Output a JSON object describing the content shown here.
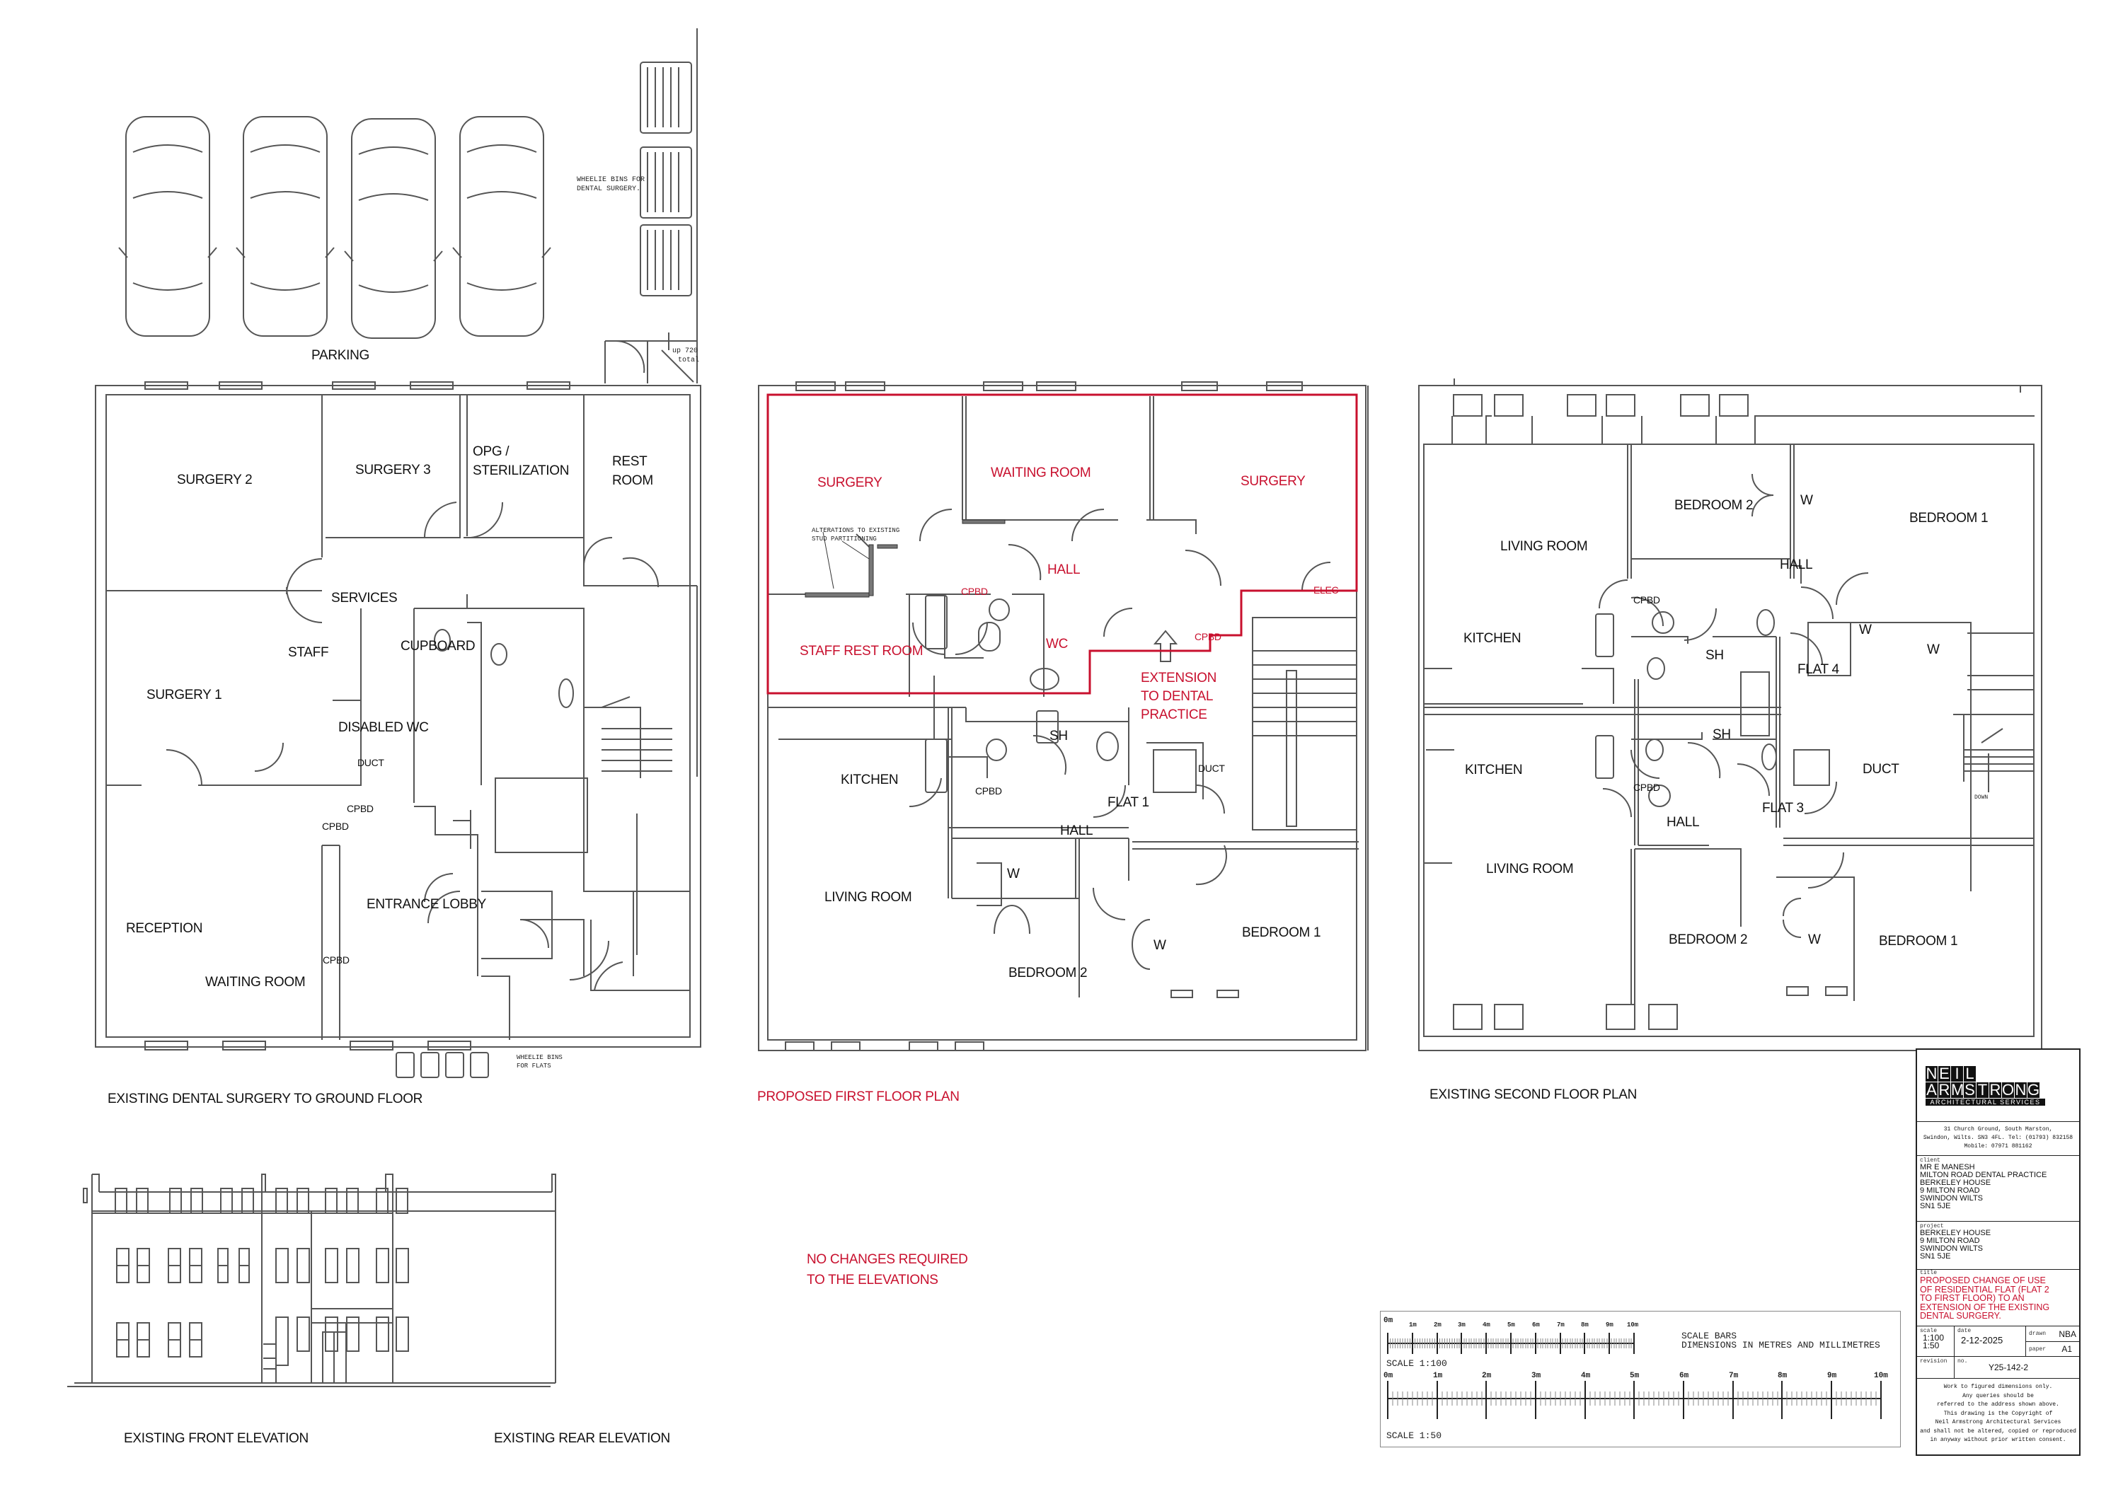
{
  "site": {
    "parking_label": "PARKING",
    "wheelie_bins_dental": [
      "WHEELIE BINS FOR",
      "DENTAL SURGERY."
    ],
    "wheelie_bins_flats": [
      "WHEELIE BINS",
      "FOR FLATS"
    ],
    "ramp_note": [
      "up 720",
      "total"
    ],
    "car_count": 4
  },
  "ground_floor": {
    "title": "EXISTING DENTAL SURGERY TO GROUND FLOOR",
    "rooms": {
      "surgery2": "SURGERY 2",
      "surgery3": "SURGERY 3",
      "opg1": "OPG /",
      "opg2": "STERILIZATION",
      "rest1": "REST",
      "rest2": "ROOM",
      "services": "SERVICES",
      "staff": "STAFF",
      "cupboard": "CUPBOARD",
      "surgery1": "SURGERY 1",
      "disabled_wc": "DISABLED WC",
      "duct": "DUCT",
      "cpbd_a": "CPBD",
      "cpbd_b": "CPBD",
      "cpbd_c": "CPBD",
      "entrance_lobby": "ENTRANCE LOBBY",
      "reception": "RECEPTION",
      "waiting_room": "WAITING ROOM"
    }
  },
  "first_floor": {
    "title": "PROPOSED FIRST FLOOR PLAN",
    "rooms": {
      "surgery_left": "SURGERY",
      "waiting_room": "WAITING ROOM",
      "surgery_right": "SURGERY",
      "hall": "HALL",
      "cpbd_red": "CPBD",
      "wc": "WC",
      "staff_rest": "STAFF REST ROOM",
      "elec": "ELEC",
      "cpbd_red2": "CPBD",
      "extension1": "EXTENSION",
      "extension2": "TO DENTAL",
      "extension3": "PRACTICE",
      "alterations1": "ALTERATIONS TO EXISTING",
      "alterations2": "STUD PARTITIONING",
      "kitchen": "KITCHEN",
      "sh": "SH",
      "cpbd": "CPBD",
      "duct": "DUCT",
      "flat1": "FLAT 1",
      "hall2": "HALL",
      "living_room": "LIVING ROOM",
      "w1": "W",
      "w2": "W",
      "bedroom1": "BEDROOM 1",
      "bedroom2": "BEDROOM 2"
    }
  },
  "second_floor": {
    "title": "EXISTING SECOND FLOOR PLAN",
    "rooms": {
      "living_room_top": "LIVING ROOM",
      "bedroom2_top": "BEDROOM 2",
      "w_top": "W",
      "bedroom1_top": "BEDROOM 1",
      "hall_top": "HALL",
      "cpbd_top": "CPBD",
      "kitchen_top": "KITCHEN",
      "sh_top": "SH",
      "flat4": "FLAT 4",
      "w_a": "W",
      "w_b": "W",
      "kitchen_bot": "KITCHEN",
      "sh_bot": "SH",
      "duct": "DUCT",
      "cpbd_bot": "CPBD",
      "hall_bot": "HALL",
      "flat3": "FLAT 3",
      "down": "DOWN",
      "living_room_bot": "LIVING ROOM",
      "bedroom2_bot": "BEDROOM 2",
      "w_bot": "W",
      "bedroom1_bot": "BEDROOM 1"
    }
  },
  "elevations": {
    "front_title": "EXISTING FRONT ELEVATION",
    "rear_title": "EXISTING REAR ELEVATION",
    "note1": "NO CHANGES REQUIRED",
    "note2": "TO THE ELEVATIONS"
  },
  "scale_bars": {
    "heading1": "SCALE BARS",
    "heading2": "DIMENSIONS IN METRES AND MILLIMETRES",
    "scale_100_label": "SCALE 1:100",
    "scale_50_label": "SCALE 1:50",
    "metre_ticks": [
      "0m",
      "1m",
      "2m",
      "3m",
      "4m",
      "5m",
      "6m",
      "7m",
      "8m",
      "9m",
      "10m"
    ]
  },
  "title_block": {
    "logo_line1": [
      "N",
      "E",
      "I",
      "L"
    ],
    "logo_line2": [
      "A",
      "R",
      "M",
      "S",
      "T",
      "R",
      "O",
      "N",
      "G"
    ],
    "logo_line3": "ARCHITECTURAL SERVICES",
    "address1": "31 Church Ground, South Marston,",
    "address2": "Swindon, Wilts. SN3 4FL. Tel: (01793) 832158",
    "address3": "Mobile:  07971 881162",
    "client_caption": "client",
    "client": [
      "MR E MANESH",
      "MILTON ROAD DENTAL PRACTICE",
      "BERKELEY HOUSE",
      "9 MILTON ROAD",
      "SWINDON WILTS",
      "SN1 5JE"
    ],
    "project_caption": "project",
    "project": [
      "BERKELEY HOUSE",
      "9 MILTON ROAD",
      "SWINDON WILTS",
      "SN1 5JE"
    ],
    "title_caption": "title",
    "title": [
      "PROPOSED CHANGE OF USE",
      "OF RESIDENTIAL FLAT (FLAT 2",
      "TO FIRST FLOOR) TO AN",
      "EXTENSION OF THE EXISTING",
      "DENTAL SURGERY."
    ],
    "scale_caption": "scale",
    "scale": [
      "1:100",
      "1:50"
    ],
    "date_caption": "date",
    "date": "2-12-2025",
    "drawn_caption": "drawn",
    "drawn": "NBA",
    "paper_caption": "paper",
    "paper": "A1",
    "revision_caption": "revision",
    "no_caption": "no.",
    "drawing_no": "Y25-142-2",
    "notes": [
      "Work to figured dimensions only.",
      "Any queries should be",
      "referred to the address shown above.",
      "This drawing is the Copyright of",
      "Neil Armstrong Architectural Services",
      "and shall not be altered, copied or reproduced",
      "in anyway without prior written consent."
    ]
  },
  "colors": {
    "proposed_red": "#c8102e",
    "line": "#555555"
  }
}
